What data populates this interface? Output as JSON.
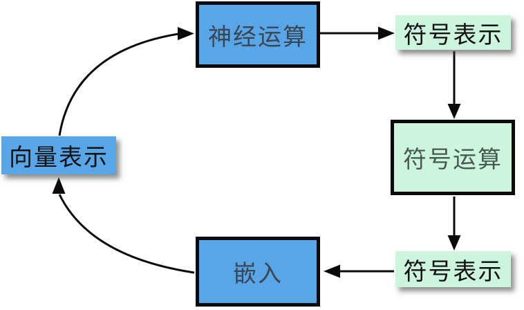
{
  "diagram": {
    "background": "#FFFFFF",
    "line_color": "#0A0A0A",
    "nodes": [
      {
        "id": "neural-ops",
        "label": "神经运算",
        "style": "bordered",
        "fill": "#58A6E8",
        "border": "#0A0A0A",
        "text_color": "#3B4652"
      },
      {
        "id": "symbol-rep-top",
        "label": "符号表示",
        "style": "shadowed",
        "fill": "#CDF5DE",
        "border": null,
        "text_color": "#121212"
      },
      {
        "id": "symbol-ops",
        "label": "符号运算",
        "style": "bordered",
        "fill": "#CDF5DE",
        "border": "#0A0A0A",
        "text_color": "#465B50"
      },
      {
        "id": "symbol-rep-bottom",
        "label": "符号表示",
        "style": "shadowed",
        "fill": "#CDF5DE",
        "border": null,
        "text_color": "#121212"
      },
      {
        "id": "embedding",
        "label": "嵌入",
        "style": "bordered",
        "fill": "#58A6E8",
        "border": "#0A0A0A",
        "text_color": "#3B4652"
      },
      {
        "id": "vector-rep",
        "label": "向量表示",
        "style": "shadowed",
        "fill": "#58A6E8",
        "border": null,
        "text_color": "#121212"
      }
    ],
    "edges": [
      {
        "from": "neural-ops",
        "to": "symbol-rep-top",
        "shape": "straight-right"
      },
      {
        "from": "symbol-rep-top",
        "to": "symbol-ops",
        "shape": "straight-down"
      },
      {
        "from": "symbol-ops",
        "to": "symbol-rep-bottom",
        "shape": "straight-down"
      },
      {
        "from": "symbol-rep-bottom",
        "to": "embedding",
        "shape": "straight-left"
      },
      {
        "from": "embedding",
        "to": "vector-rep",
        "shape": "curved-up-left"
      },
      {
        "from": "vector-rep",
        "to": "neural-ops",
        "shape": "curved-up-right"
      }
    ]
  }
}
